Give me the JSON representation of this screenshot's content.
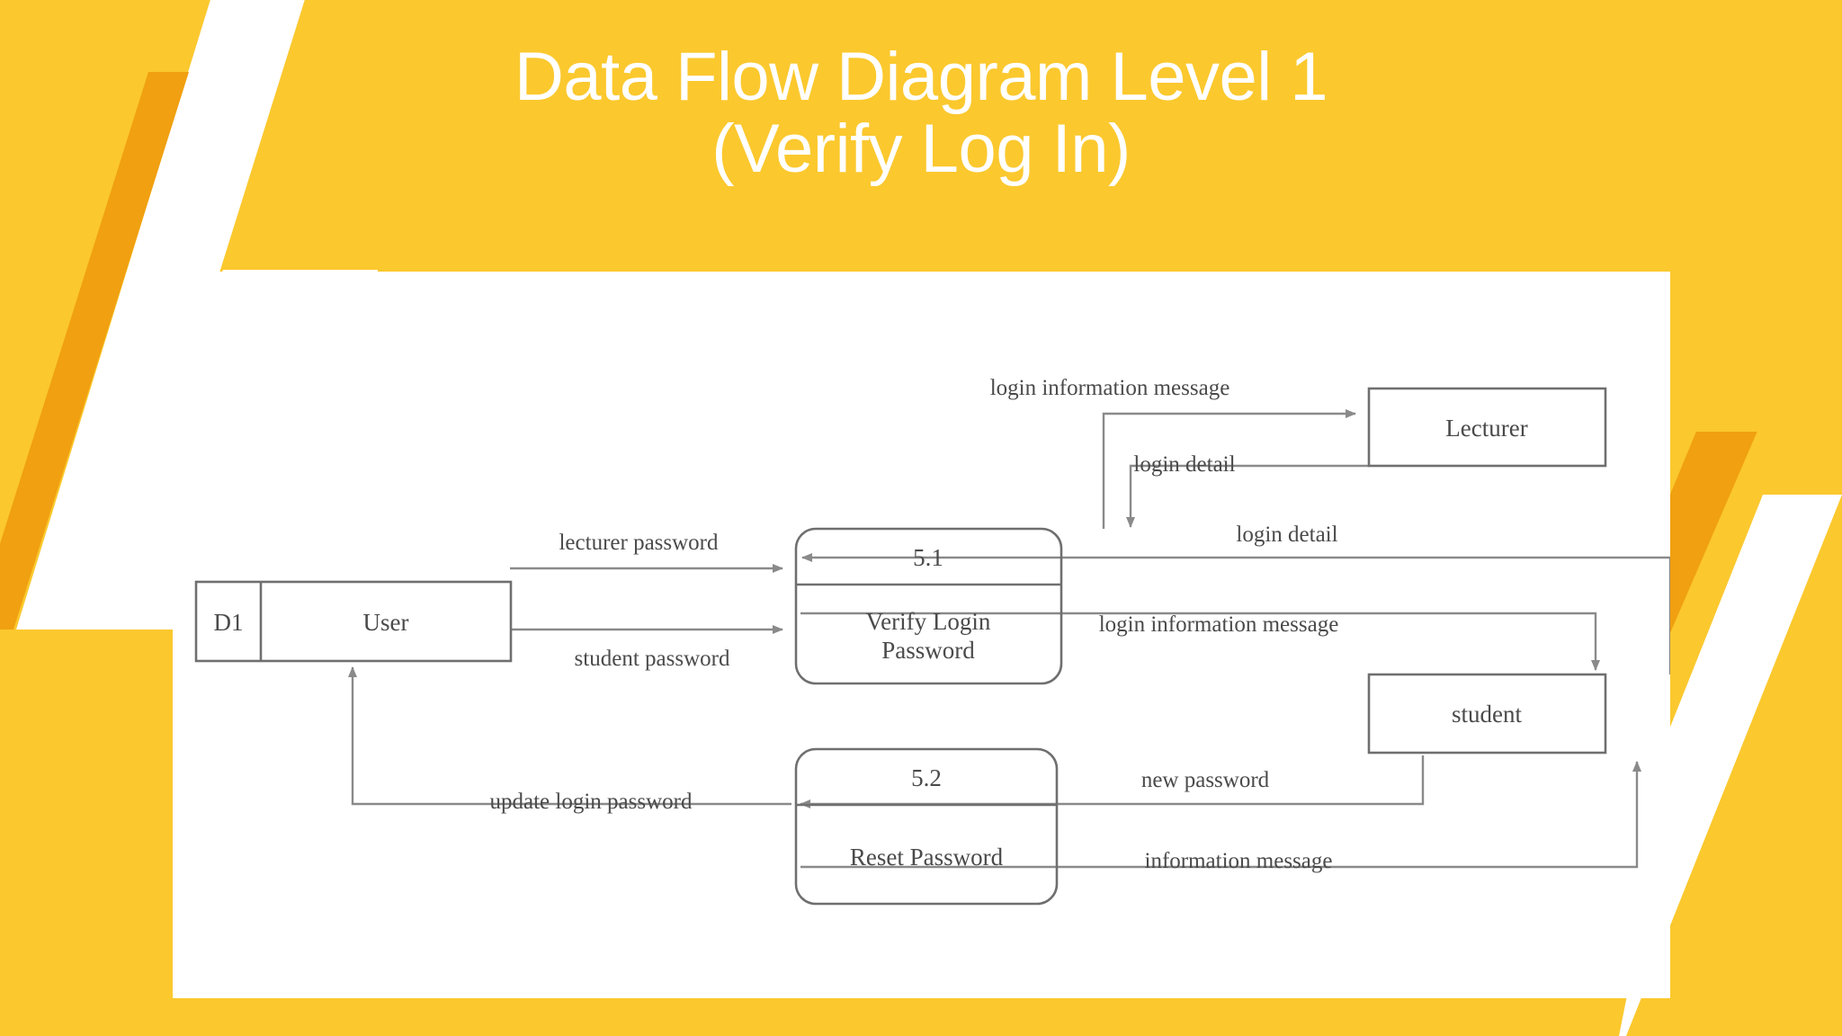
{
  "slide": {
    "background_color": "#fbc82e",
    "accent_orange": "#f0a010",
    "accent_white": "#ffffff",
    "title_line1": "Data Flow Diagram Level 1",
    "title_line2": "(Verify Log In)"
  },
  "diagram": {
    "stroke_color": "#8a8a8a",
    "text_color": "#4a4a4a",
    "datastore": {
      "id_label": "D1",
      "name_label": "User"
    },
    "processes": [
      {
        "number": "5.1",
        "name_line1": "Verify Login",
        "name_line2": "Password"
      },
      {
        "number": "5.2",
        "name_line1": "Reset Password",
        "name_line2": ""
      }
    ],
    "entities": [
      {
        "label": "Lecturer"
      },
      {
        "label": "student"
      }
    ],
    "flows": [
      {
        "label": "login information message"
      },
      {
        "label": "login detail"
      },
      {
        "label": "lecturer password"
      },
      {
        "label": "student password"
      },
      {
        "label": "login detail"
      },
      {
        "label": "login information message"
      },
      {
        "label": "new password"
      },
      {
        "label": "information message"
      },
      {
        "label": "update login password"
      }
    ]
  }
}
